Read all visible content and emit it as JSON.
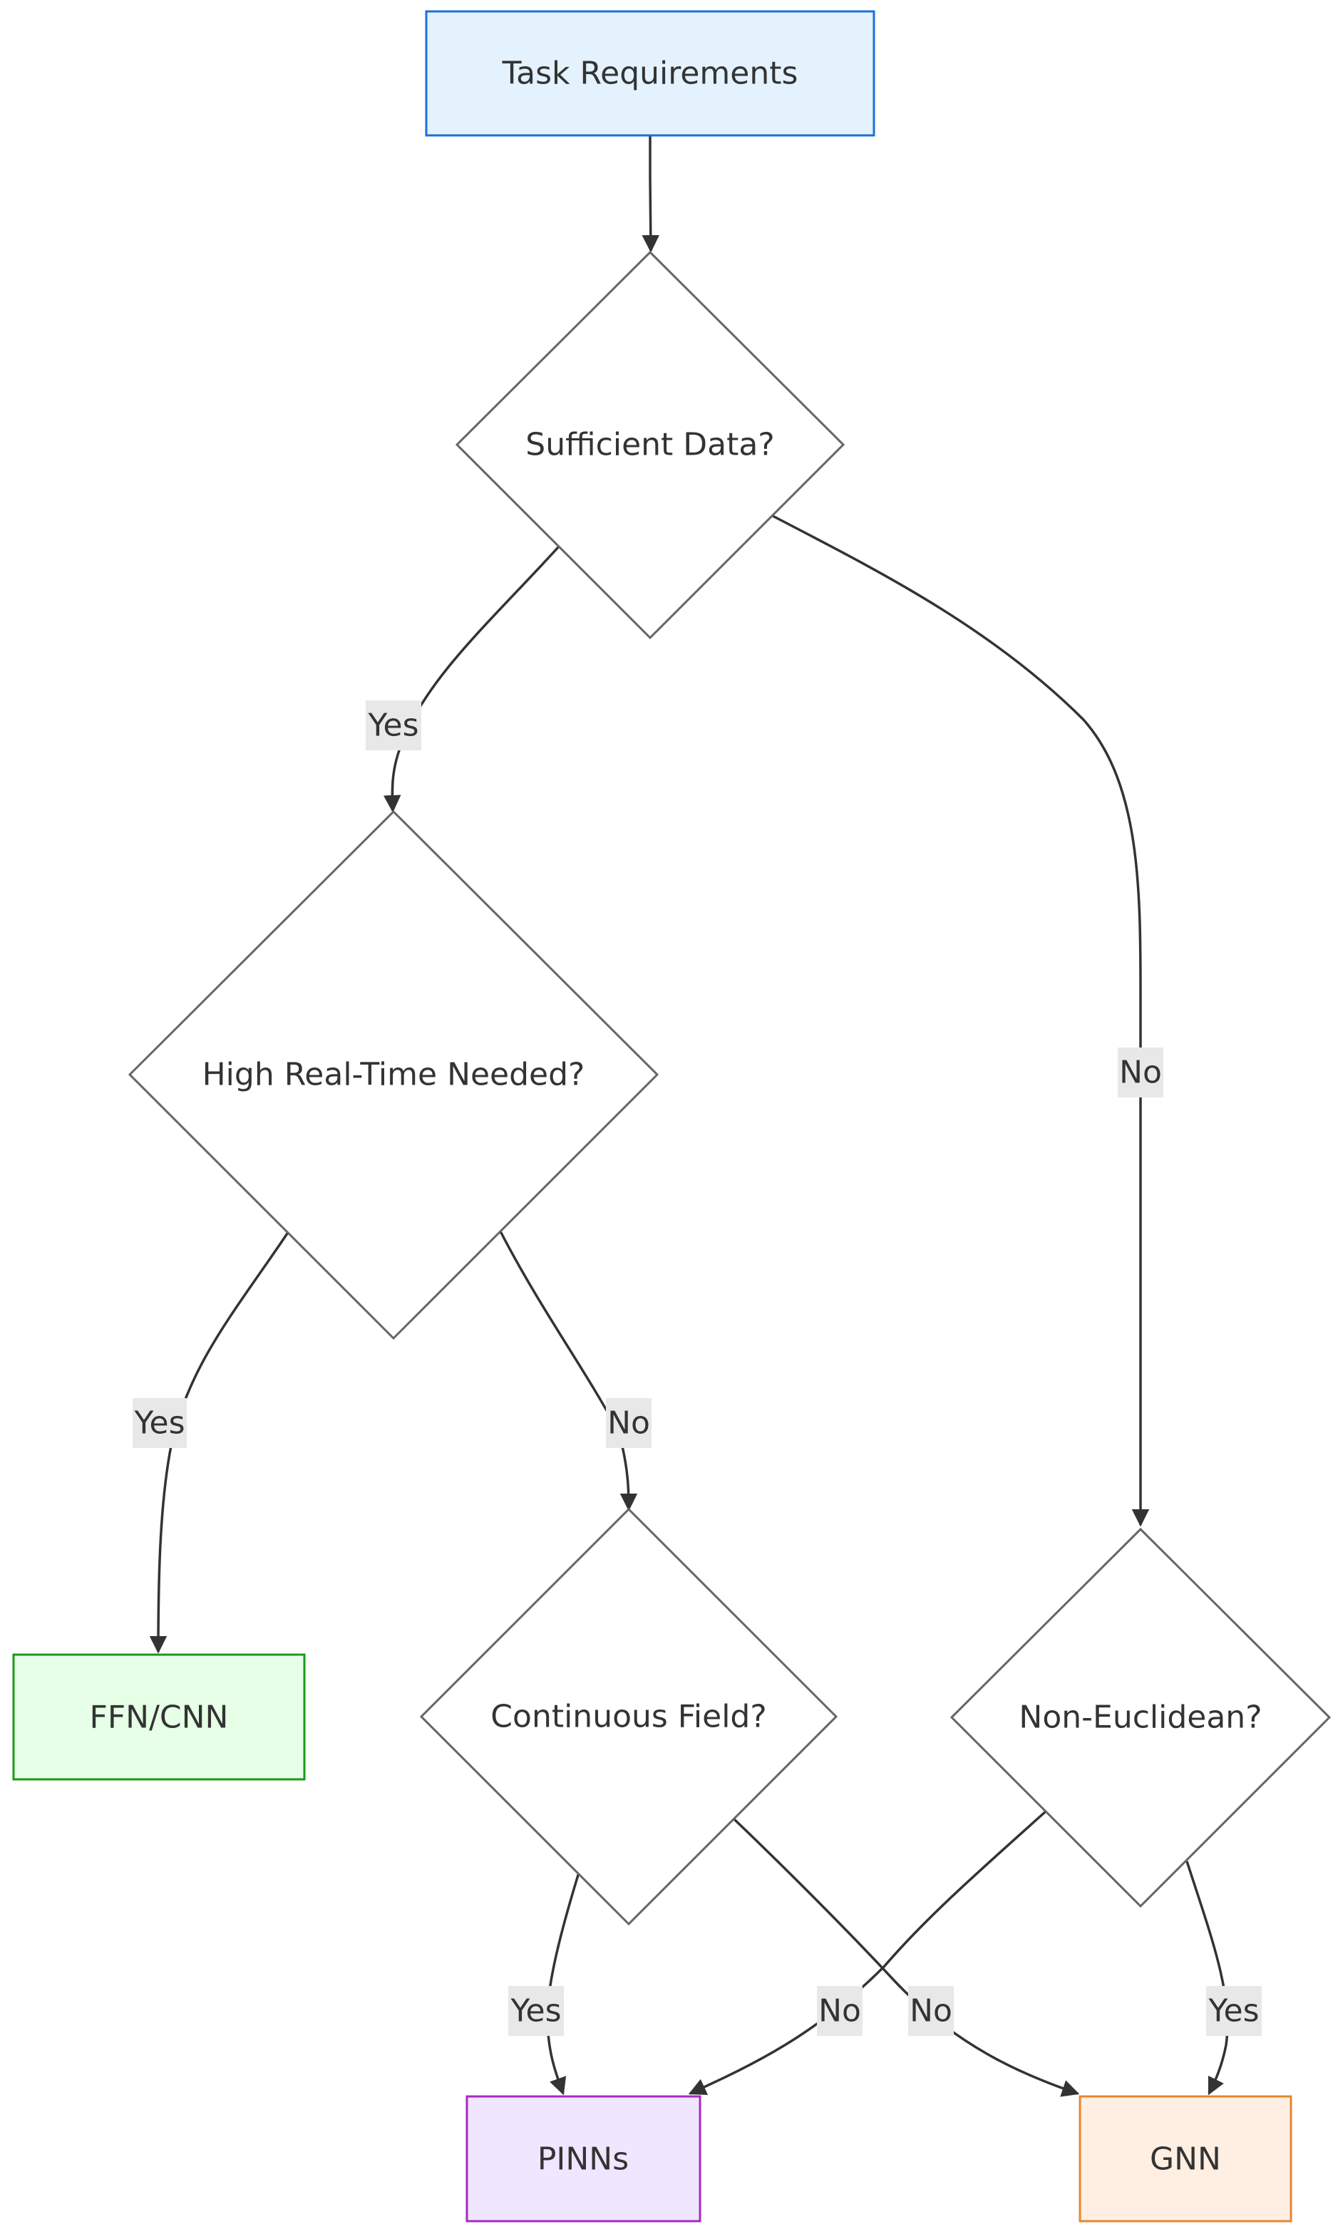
{
  "nodes": {
    "task": {
      "label": "Task Requirements",
      "shape": "rect",
      "fill": "#e3f2fd",
      "stroke": "#1e6fd9"
    },
    "data": {
      "label": "Sufficient Data?",
      "shape": "diamond",
      "fill": "#ffffff",
      "stroke": "#666666"
    },
    "realtime": {
      "label": "High Real-Time Needed?",
      "shape": "diamond",
      "fill": "#ffffff",
      "stroke": "#666666"
    },
    "noneuclid": {
      "label": "Non-Euclidean?",
      "shape": "diamond",
      "fill": "#ffffff",
      "stroke": "#666666"
    },
    "continuous": {
      "label": "Continuous Field?",
      "shape": "diamond",
      "fill": "#ffffff",
      "stroke": "#666666"
    },
    "ffn": {
      "label": "FFN/CNN",
      "shape": "rect",
      "fill": "#e6ffe6",
      "stroke": "#1a9a1a"
    },
    "pinns": {
      "label": "PINNs",
      "shape": "rect",
      "fill": "#f0e6ff",
      "stroke": "#a52bc2"
    },
    "gnn": {
      "label": "GNN",
      "shape": "rect",
      "fill": "#ffefe3",
      "stroke": "#e9852f"
    }
  },
  "edges": {
    "task_data": {
      "from": "Task Requirements",
      "to": "Sufficient Data?",
      "label": ""
    },
    "data_realtime": {
      "from": "Sufficient Data?",
      "to": "High Real-Time Needed?",
      "label": "Yes"
    },
    "data_noneuclid": {
      "from": "Sufficient Data?",
      "to": "Non-Euclidean?",
      "label": "No"
    },
    "realtime_ffn": {
      "from": "High Real-Time Needed?",
      "to": "FFN/CNN",
      "label": "Yes"
    },
    "realtime_continuous": {
      "from": "High Real-Time Needed?",
      "to": "Continuous Field?",
      "label": "No"
    },
    "continuous_pinns": {
      "from": "Continuous Field?",
      "to": "PINNs",
      "label": "Yes"
    },
    "noneuclid_pinns": {
      "from": "Non-Euclidean?",
      "to": "PINNs",
      "label": "No"
    },
    "continuous_gnn": {
      "from": "Continuous Field?",
      "to": "GNN",
      "label": "No"
    },
    "noneuclid_gnn": {
      "from": "Non-Euclidean?",
      "to": "GNN",
      "label": "Yes"
    }
  },
  "colors": {
    "edge": "#333333",
    "edge_label_bg": "#e8e8e8",
    "text": "#333333"
  }
}
